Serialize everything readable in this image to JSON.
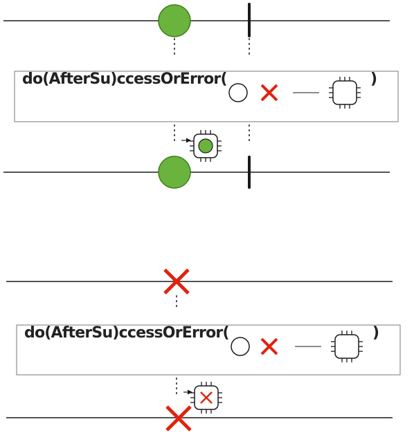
{
  "colors": {
    "line": "#1a1a1a",
    "emission_fill": "#6ab43e",
    "emission_stroke": "#3e7d1f",
    "error_red": "#e0230f",
    "box_stroke": "#777777",
    "text": "#222222"
  },
  "panels": [
    {
      "id": "success-case",
      "operator": {
        "prefix": "do",
        "open_paren_1": "(",
        "name_part": "AfterSu",
        "close_paren_1": ")",
        "suffix": "ccessOrError",
        "open_paren_2": "(",
        "close_paren_2": ")"
      },
      "input": {
        "event": "emission",
        "followed_by": "completion"
      },
      "output": {
        "event": "emission",
        "followed_by": "completion"
      },
      "callback_marker": "emission"
    },
    {
      "id": "error-case",
      "operator": {
        "prefix": "do",
        "open_paren_1": "(",
        "name_part": "AfterSu",
        "close_paren_1": ")",
        "suffix": "ccessOrError",
        "open_paren_2": "(",
        "close_paren_2": ")"
      },
      "input": {
        "event": "error"
      },
      "output": {
        "event": "error"
      },
      "callback_marker": "error"
    }
  ],
  "legend_icons": [
    "empty-circle-icon",
    "red-x-icon",
    "callback-chip-icon"
  ]
}
